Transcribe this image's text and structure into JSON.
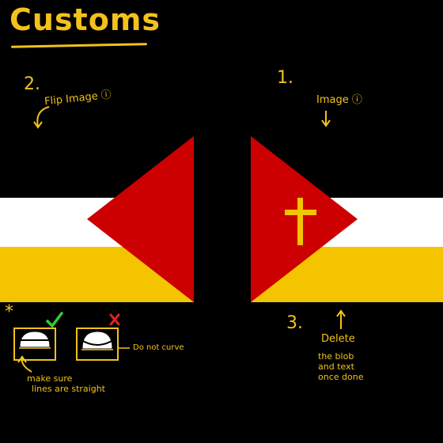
{
  "title": "Customs",
  "steps": {
    "step2": {
      "number": "2.",
      "label": "Flip Image",
      "info_glyph": "ⓘ"
    },
    "step1": {
      "number": "1.",
      "label": "Image",
      "info_glyph": "ⓘ"
    },
    "step3": {
      "number": "3.",
      "line1": "Delete",
      "line2": "the blob",
      "line3": "and text",
      "line4": "once done"
    }
  },
  "notes": {
    "asterisk": "*",
    "do_not_curve": "Do not curve",
    "straight_line1": "make sure",
    "straight_line2": "lines are straight"
  },
  "icons": {
    "good_mark": "check-icon",
    "bad_mark": "cross-icon",
    "cross_symbol": "cross-icon"
  },
  "colors": {
    "background": "#000000",
    "white_stripe": "#ffffff",
    "gold_stripe": "#f5c400",
    "red_triangle": "#cc0000",
    "annotation": "#f2c21a",
    "check": "#33cc33",
    "cross_mark": "#dd2222"
  }
}
